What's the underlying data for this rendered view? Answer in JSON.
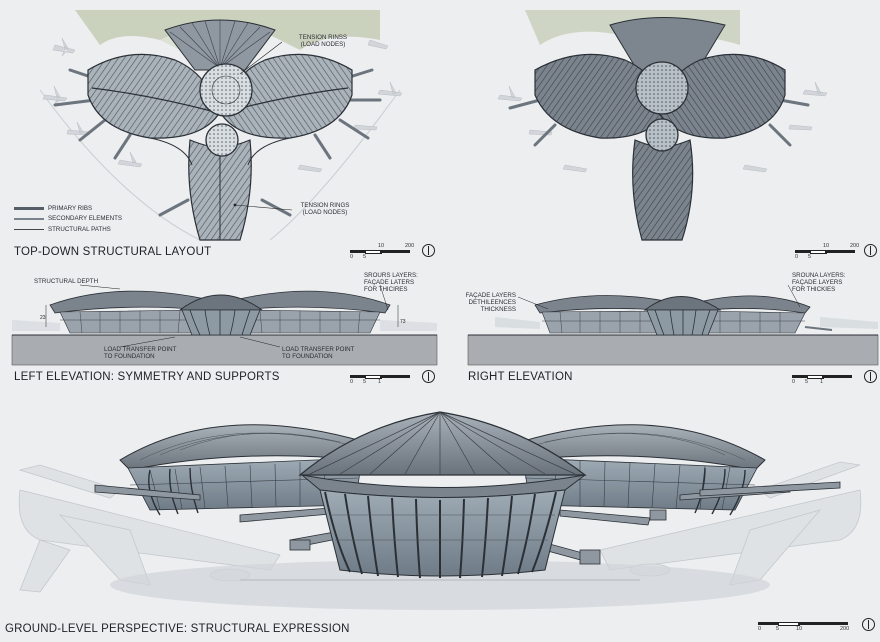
{
  "plan_left": {
    "title": "TOP-DOWN STRUCTURAL LAYOUT",
    "label_tension_top": "TENSION RINSS\n(LOAD NODES)",
    "label_tension_bottom": "TENSION RINGS\n(LOAD NODES)",
    "legend": [
      {
        "label": "PRIMARY RIBS",
        "style": "thick"
      },
      {
        "label": "SECONDARY ELEMENTS",
        "style": "medium"
      },
      {
        "label": "STRUCTURAL PATHS",
        "style": "thin"
      }
    ]
  },
  "elev_left": {
    "title": "LEFT ELEVATION: SYMMETRY AND SUPPORTS",
    "label_depth": "STRUCTURAL DEPTH",
    "label_layers": "SROURS LAYERS:\nFAÇADE LATERS\nFOR THICIRES",
    "label_load1": "LOAD TRANSFER POINT\nTO FOUNDATION",
    "label_load2": "LOAD TRANSFER POINT\nTO FOUNDATION"
  },
  "elev_right": {
    "title": "RIGHT ELEVATION",
    "label_facade": "FAÇADE LAYERS\nDETHILEENCES\nTHICKNESS",
    "label_layers": "SROUNA LAYERS:\nFAÇADE LAYERS\nFOR THICKIES"
  },
  "perspective": {
    "title": "GROUND-LEVEL PERSPECTIVE: STRUCTURAL EXPRESSION"
  },
  "scalebars": {
    "plan": [
      "0",
      "5",
      "10",
      "200"
    ],
    "elev": [
      "0",
      "5",
      "1"
    ],
    "persp": [
      "0",
      "5",
      "10",
      "200"
    ]
  },
  "colors": {
    "roof_dark": "#6c747d",
    "roof_mid": "#9aa3ac",
    "glass": "#8d99a3",
    "ground": "#a9adb1",
    "line": "#2b3036",
    "green": "#b9c3a8"
  }
}
